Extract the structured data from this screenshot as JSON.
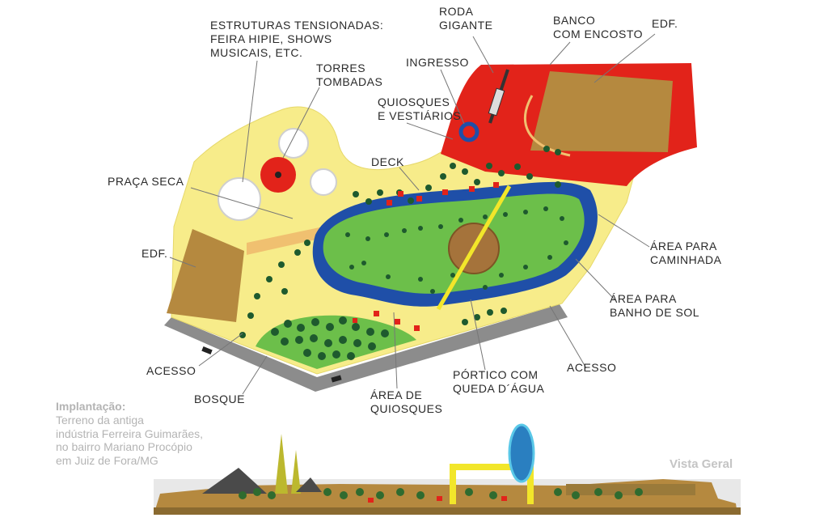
{
  "labels": {
    "estruturas": "ESTRUTURAS TENSIONADAS:\nFEIRA HIPIE, SHOWS\nMUSICAIS, ETC.",
    "torres": "TORRES\nTOMBADAS",
    "roda": "RODA\nGIGANTE",
    "ingresso": "INGRESSO",
    "banco": "BANCO\nCOM ENCOSTO",
    "edf_top": "EDF.",
    "quiosques_vest": "QUIOSQUES\nE VESTIÁRIOS",
    "deck": "DECK",
    "praca": "PRAÇA SECA",
    "edf_left": "EDF.",
    "caminhada": "ÁREA PARA\nCAMINHADA",
    "banho": "ÁREA PARA\nBANHO DE SOL",
    "acesso_left": "ACESSO",
    "acesso_right": "ACESSO",
    "bosque": "BOSQUE",
    "portico": "PÓRTICO COM\nQUEDA D´ÁGUA",
    "quiosques_area": "ÁREA DE\nQUIOSQUES"
  },
  "caption": {
    "title": "Implantação:",
    "body": "Terreno da antiga\nindústria Ferreira Guimarães,\nno bairro Mariano Procópio\nem Juiz de Fora/MG"
  },
  "elevation_label": "Vista Geral",
  "colors": {
    "yellow_zone": "#f7ec8a",
    "red_zone": "#e2231a",
    "water": "#1f4fa8",
    "lawn": "#6cbf4a",
    "building": "#b5893f",
    "road": "#8c8c8c",
    "portico": "#f2e62a",
    "tree": "#1e5a2e"
  }
}
